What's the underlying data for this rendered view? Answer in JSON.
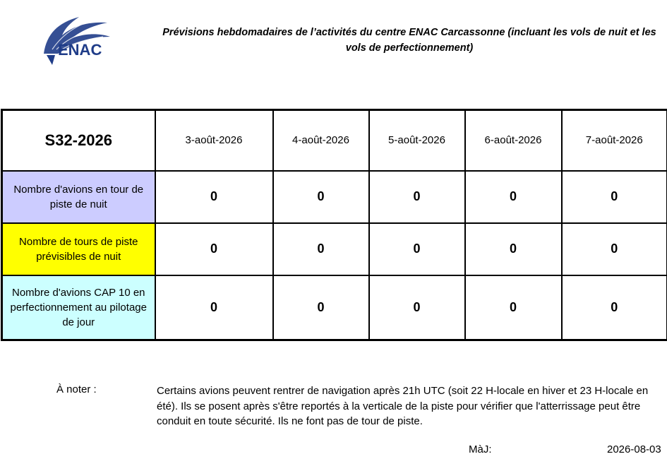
{
  "logo": {
    "text": "ENAC",
    "color": "#1f3c88"
  },
  "title": "Prévisions hebdomadaires de l’activités du centre ENAC Carcassonne (incluant les vols de nuit et les vols de perfectionnement)",
  "table": {
    "week": "S32-2026",
    "dates": [
      "3-août-2026",
      "4-août-2026",
      "5-août-2026",
      "6-août-2026",
      "7-août-2026"
    ],
    "rows": [
      {
        "label": "Nombre d'avions en tour de piste de nuit",
        "color": "#ccccff",
        "values": [
          "0",
          "0",
          "0",
          "0",
          "0"
        ]
      },
      {
        "label": "Nombre de tours de piste prévisibles de nuit",
        "color": "#ffff00",
        "values": [
          "0",
          "0",
          "0",
          "0",
          "0"
        ]
      },
      {
        "label": "Nombre d'avions CAP 10 en perfectionnement au pilotage de jour",
        "color": "#ccffff",
        "values": [
          "0",
          "0",
          "0",
          "0",
          "0"
        ]
      }
    ]
  },
  "note": {
    "label": "À noter :",
    "text": "Certains avions peuvent rentrer de navigation après 21h UTC (soit 22 H-locale en hiver et 23 H-locale en été).  Ils se posent après s'être reportés à la verticale de la piste pour vérifier que l'atterrissage peut être conduit en toute sécurité. Ils ne font pas de tour de piste."
  },
  "update": {
    "label": "MàJ:",
    "date": "2026-08-03"
  }
}
